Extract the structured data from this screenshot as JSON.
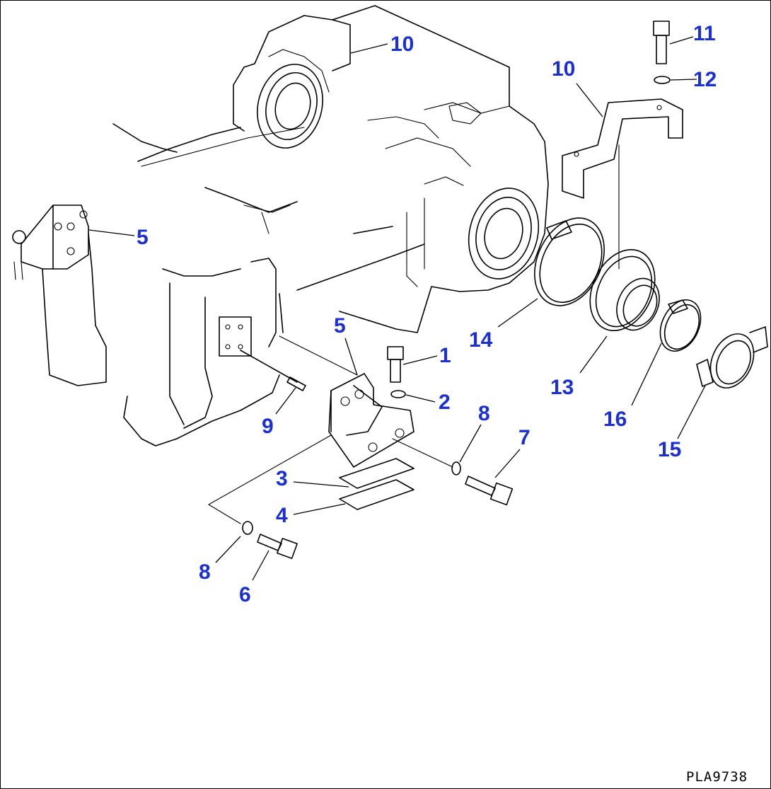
{
  "callouts": [
    {
      "id": "10a",
      "text": "10"
    },
    {
      "id": "10b",
      "text": "10"
    },
    {
      "id": "11",
      "text": "11"
    },
    {
      "id": "12",
      "text": "12"
    },
    {
      "id": "5a",
      "text": "5"
    },
    {
      "id": "5b",
      "text": "5"
    },
    {
      "id": "1",
      "text": "1"
    },
    {
      "id": "2",
      "text": "2"
    },
    {
      "id": "14",
      "text": "14"
    },
    {
      "id": "13",
      "text": "13"
    },
    {
      "id": "16",
      "text": "16"
    },
    {
      "id": "15",
      "text": "15"
    },
    {
      "id": "9",
      "text": "9"
    },
    {
      "id": "8a",
      "text": "8"
    },
    {
      "id": "7",
      "text": "7"
    },
    {
      "id": "3",
      "text": "3"
    },
    {
      "id": "4",
      "text": "4"
    },
    {
      "id": "8b",
      "text": "8"
    },
    {
      "id": "6",
      "text": "6"
    }
  ],
  "drawing_number": "PLA9738",
  "colors": {
    "callout": "#1a2fd4",
    "line": "#000000",
    "background": "#ffffff"
  }
}
